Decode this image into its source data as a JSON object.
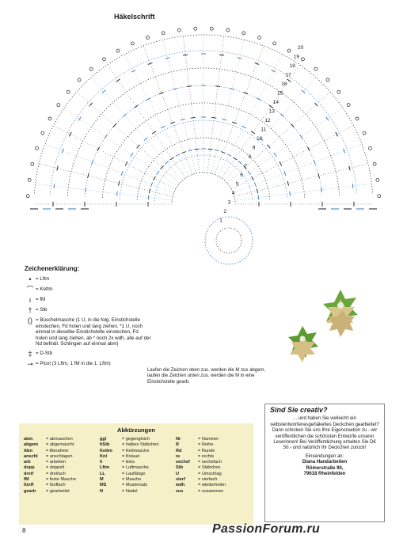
{
  "page": {
    "title": "Häkelschrift",
    "page_number": "8",
    "watermark": "PassionForum.ru"
  },
  "colors": {
    "chart_blue": "#3a78b8",
    "chart_black": "#1a1a1a",
    "abbr_bg": "#f6f0c8"
  },
  "chart": {
    "row_numbers": [
      "20",
      "19",
      "18",
      "17",
      "16",
      "15",
      "14",
      "13",
      "12",
      "11",
      "10",
      "9",
      "8",
      "7",
      "6",
      "5",
      "4",
      "3",
      "2",
      "1"
    ]
  },
  "legend": {
    "title": "Zeichenerklärung:",
    "items": [
      {
        "icon": "chain-symbol",
        "glyph": "•",
        "text": "= Lftm"
      },
      {
        "icon": "slip-stitch-symbol",
        "glyph": "⌒",
        "text": "= Kettm"
      },
      {
        "icon": "single-crochet-symbol",
        "glyph": "ı",
        "text": "= fM"
      },
      {
        "icon": "double-crochet-symbol",
        "glyph": "†",
        "text": "= Stb"
      },
      {
        "icon": "cluster-symbol",
        "glyph": "()",
        "text": "= Büschelmasche (1 U, in die folg. Einstichstelle einstechen, Fd holen und lang ziehen, *1 U, noch einmal in die­selbe Einstichstelle einstechen, Fd holen und lang ziehen, ab * noch 2x wdh, alle auf der Nd befindl. Schlingen auf einmal abm)"
      },
      {
        "icon": "treble-symbol",
        "glyph": "‡",
        "text": "= D-Stb"
      },
      {
        "icon": "picot-symbol",
        "glyph": "⊸",
        "text": "= Picot (3 Lftm, 1 fM in die 1. Lftm)"
      }
    ]
  },
  "instructions": "Laufen die Zeichen oben zus. werden die M zus abgem, laufen die Zeichen unten zus. werden die M in eine Einstichstelle gearb.",
  "abbreviations": {
    "title": "Abkürzungen",
    "columns": [
      [
        {
          "k": "abm",
          "v": "= abmaschen"
        },
        {
          "k": "abgem",
          "v": "= abgemascht"
        },
        {
          "k": "Abn",
          "v": "= Abnahme"
        },
        {
          "k": "anschl",
          "v": "= anschlagen"
        },
        {
          "k": "arb",
          "v": "= arbeiten"
        },
        {
          "k": "dopp",
          "v": "= doppelt"
        },
        {
          "k": "dreif",
          "v": "= dreifach"
        },
        {
          "k": "fM",
          "v": "= feste Masche"
        },
        {
          "k": "fünff",
          "v": "= fünffach"
        },
        {
          "k": "gearb",
          "v": "= gearbeitet"
        }
      ],
      [
        {
          "k": "ggl",
          "v": "= gegengleich"
        },
        {
          "k": "hStb",
          "v": "= halbes Stäbchen"
        },
        {
          "k": "Kettm",
          "v": "= Kettmasche"
        },
        {
          "k": "Knl",
          "v": "= Knäuel"
        },
        {
          "k": "li",
          "v": "= links"
        },
        {
          "k": "Lftm",
          "v": "= Luftmasche"
        },
        {
          "k": "LL",
          "v": "= Lauflänge"
        },
        {
          "k": "M",
          "v": "= Masche"
        },
        {
          "k": "MS",
          "v": "= Mustersatz"
        },
        {
          "k": "N",
          "v": "= Nadel"
        }
      ],
      [
        {
          "k": "Nr",
          "v": "= Nummer"
        },
        {
          "k": "R",
          "v": "= Reihe"
        },
        {
          "k": "Rd",
          "v": "= Runde"
        },
        {
          "k": "re",
          "v": "= rechts"
        },
        {
          "k": "sechsf",
          "v": "= sechsfach"
        },
        {
          "k": "Stb",
          "v": "= Stäbchen"
        },
        {
          "k": "U",
          "v": "= Umschlag"
        },
        {
          "k": "vierf",
          "v": "= vierfach"
        },
        {
          "k": "wdh",
          "v": "= wiederholen"
        },
        {
          "k": "zus",
          "v": "= zusammen"
        }
      ]
    ]
  },
  "creativ": {
    "title": "Sind Sie creativ?",
    "body": "... und haben Sie vielleicht ein selbstentworfenesgehäkeltes Deck­chen gearbeitet? Dann schicken Sie uns Ihre Eigen­creation zu - wir veröffentlichen die schönsten Entwürfe unserer Lese­rinnen! Bei Veröffentlichung erhalten Sie D€ 50.- und natürlich Ihr Deck­chen zurück!",
    "send_to": "Einsendungen an:",
    "addr_name": "Diana Handarbeiten",
    "addr_street": "Römerstraße 90,",
    "addr_city": "79618 Rheinfelden"
  }
}
